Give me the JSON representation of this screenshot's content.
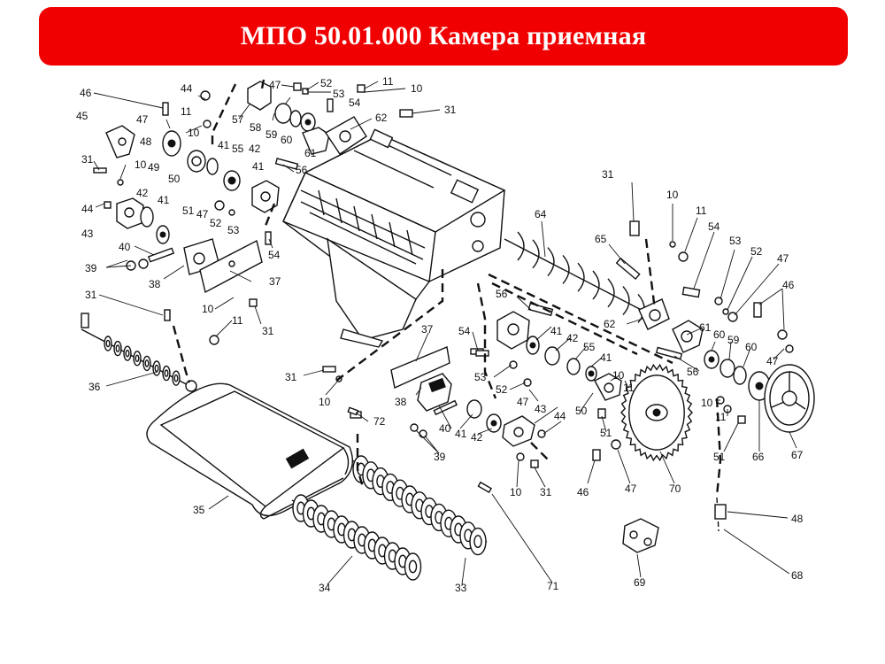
{
  "title": "МПО 50.01.000 Камера приемная",
  "colors": {
    "banner": "#f00000",
    "banner_text": "#ffffff",
    "ink": "#111111"
  },
  "callouts": [
    {
      "id": "c46a",
      "text": "46"
    },
    {
      "id": "c45",
      "text": "45"
    },
    {
      "id": "c47a",
      "text": "47"
    },
    {
      "id": "c48a",
      "text": "48"
    },
    {
      "id": "c49",
      "text": "49"
    },
    {
      "id": "c31a",
      "text": "31"
    },
    {
      "id": "c10a",
      "text": "10"
    },
    {
      "id": "c44a",
      "text": "44"
    },
    {
      "id": "c43a",
      "text": "43"
    },
    {
      "id": "c42a",
      "text": "42"
    },
    {
      "id": "c41a",
      "text": "41"
    },
    {
      "id": "c40a",
      "text": "40"
    },
    {
      "id": "c39a",
      "text": "39"
    },
    {
      "id": "c38a",
      "text": "38"
    },
    {
      "id": "c37a",
      "text": "37"
    },
    {
      "id": "c31b",
      "text": "31"
    },
    {
      "id": "c10b",
      "text": "10"
    },
    {
      "id": "c11a",
      "text": "11"
    },
    {
      "id": "c31c",
      "text": "31"
    },
    {
      "id": "c36",
      "text": "36"
    },
    {
      "id": "c44b",
      "text": "44"
    },
    {
      "id": "c11b",
      "text": "11"
    },
    {
      "id": "c10c",
      "text": "10"
    },
    {
      "id": "c50a",
      "text": "50"
    },
    {
      "id": "c41b",
      "text": "41"
    },
    {
      "id": "c55a",
      "text": "55"
    },
    {
      "id": "c42b",
      "text": "42"
    },
    {
      "id": "c41c",
      "text": "41"
    },
    {
      "id": "c51a",
      "text": "51"
    },
    {
      "id": "c47b",
      "text": "47"
    },
    {
      "id": "c52a",
      "text": "52"
    },
    {
      "id": "c53a",
      "text": "53"
    },
    {
      "id": "c47c",
      "text": "47"
    },
    {
      "id": "c52b",
      "text": "52"
    },
    {
      "id": "c53b",
      "text": "53"
    },
    {
      "id": "c54a",
      "text": "54"
    },
    {
      "id": "c58",
      "text": "58"
    },
    {
      "id": "c57",
      "text": "57"
    },
    {
      "id": "c59a",
      "text": "59"
    },
    {
      "id": "c60a",
      "text": "60"
    },
    {
      "id": "c61a",
      "text": "61"
    },
    {
      "id": "c62a",
      "text": "62"
    },
    {
      "id": "c56a",
      "text": "56"
    },
    {
      "id": "c11c",
      "text": "11"
    },
    {
      "id": "c10d",
      "text": "10"
    },
    {
      "id": "c31d",
      "text": "31"
    },
    {
      "id": "c54b",
      "text": "54"
    },
    {
      "id": "c31e",
      "text": "31"
    },
    {
      "id": "c10e",
      "text": "10"
    },
    {
      "id": "c11d",
      "text": "11"
    },
    {
      "id": "c64",
      "text": "64"
    },
    {
      "id": "c65",
      "text": "65"
    },
    {
      "id": "c54c",
      "text": "54"
    },
    {
      "id": "c53c",
      "text": "53"
    },
    {
      "id": "c52c",
      "text": "52"
    },
    {
      "id": "c47d",
      "text": "47"
    },
    {
      "id": "c46b",
      "text": "46"
    },
    {
      "id": "c62b",
      "text": "62"
    },
    {
      "id": "c61b",
      "text": "61"
    },
    {
      "id": "c60b",
      "text": "60"
    },
    {
      "id": "c59b",
      "text": "59"
    },
    {
      "id": "c60c",
      "text": "60"
    },
    {
      "id": "c56b",
      "text": "56"
    },
    {
      "id": "c47e",
      "text": "47"
    },
    {
      "id": "c10f",
      "text": "10"
    },
    {
      "id": "c11e",
      "text": "11"
    },
    {
      "id": "c51b",
      "text": "51"
    },
    {
      "id": "c66",
      "text": "66"
    },
    {
      "id": "c67",
      "text": "67"
    },
    {
      "id": "c56c",
      "text": "56"
    },
    {
      "id": "c54d",
      "text": "54"
    },
    {
      "id": "c41d",
      "text": "41"
    },
    {
      "id": "c42c",
      "text": "42"
    },
    {
      "id": "c55b",
      "text": "55"
    },
    {
      "id": "c41e",
      "text": "41"
    },
    {
      "id": "c10g",
      "text": "10"
    },
    {
      "id": "c11f",
      "text": "11"
    },
    {
      "id": "c53d",
      "text": "53"
    },
    {
      "id": "c52d",
      "text": "52"
    },
    {
      "id": "c47f",
      "text": "47"
    },
    {
      "id": "c43b",
      "text": "43"
    },
    {
      "id": "c44c",
      "text": "44"
    },
    {
      "id": "c50b",
      "text": "50"
    },
    {
      "id": "c51c",
      "text": "51"
    },
    {
      "id": "c37b",
      "text": "37"
    },
    {
      "id": "c38b",
      "text": "38"
    },
    {
      "id": "c40b",
      "text": "40"
    },
    {
      "id": "c41f",
      "text": "41"
    },
    {
      "id": "c42d",
      "text": "42"
    },
    {
      "id": "c31f",
      "text": "31"
    },
    {
      "id": "c10h",
      "text": "10"
    },
    {
      "id": "c72",
      "text": "72"
    },
    {
      "id": "c39b",
      "text": "39"
    },
    {
      "id": "c10i",
      "text": "10"
    },
    {
      "id": "c31g",
      "text": "31"
    },
    {
      "id": "c46c",
      "text": "46"
    },
    {
      "id": "c47g",
      "text": "47"
    },
    {
      "id": "c70",
      "text": "70"
    },
    {
      "id": "c35",
      "text": "35"
    },
    {
      "id": "c34",
      "text": "34"
    },
    {
      "id": "c33",
      "text": "33"
    },
    {
      "id": "c71",
      "text": "71"
    },
    {
      "id": "c69",
      "text": "69"
    },
    {
      "id": "c48b",
      "text": "48"
    },
    {
      "id": "c68",
      "text": "68"
    }
  ]
}
